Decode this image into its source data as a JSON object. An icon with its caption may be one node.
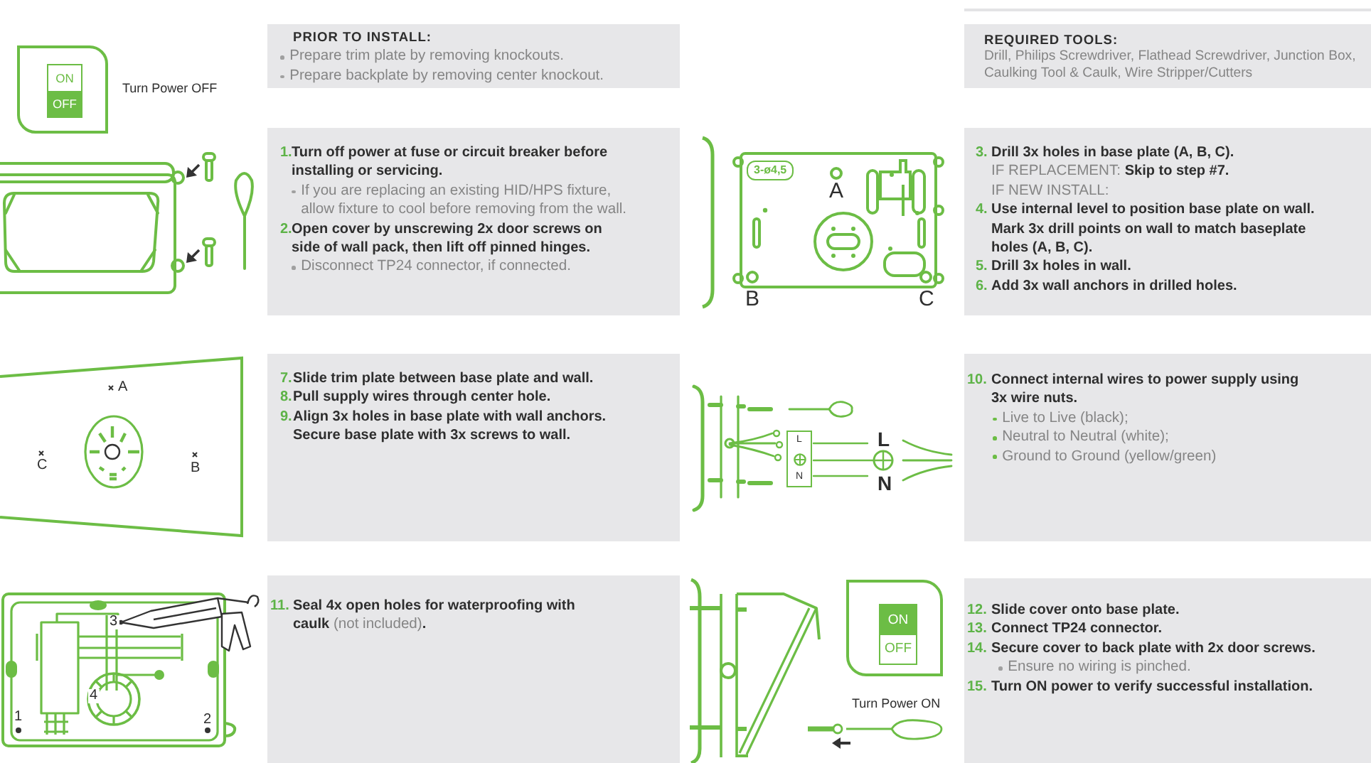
{
  "diagram": {
    "nodes": [
      {
        "text": [
          "ON",
          "OFF"
        ],
        "beside": [
          "Turn Power OFF"
        ]
      },
      {
        "text": [
          "PRIOR TO INSTALL:",
          "Prepare trim plate by removing knockouts.",
          "Prepare backplate by removing center knockout."
        ]
      },
      {
        "text": [
          "REQUIRED TOOLS:",
          "Drill, Philips Screwdriver, Flathead Screwdriver, Junction Box, Caulking Tool & Caulk, Wire Stripper/Cutters"
        ]
      },
      {
        "text": [
          "1.",
          "Turn off power at fuse or circuit breaker before installing or servicing.",
          "If you are replacing an existing HID/HPS fixture, allow fixture to cool before removing from the wall.",
          "2.",
          "Open cover by unscrewing 2x door screws on side of wall pack, then lift off pinned hinges.",
          "Disconnect TP24 connector, if connected."
        ]
      },
      {
        "text": [
          "3-ø4,5"
        ]
      },
      {
        "text": [
          "3.",
          "Drill 3x holes in base plate (A, B, C).",
          "IF REPLACEMENT: **Skip to step #7.**",
          "IF NEW INSTALL:",
          "4.",
          "Use internal level to position base plate on wall. Mark 3x drill points on wall to match baseplate holes (A, B, C).",
          "5.",
          "Drill 3x holes in wall.",
          "6.",
          "Add 3x wall anchors in drilled holes."
        ]
      },
      {
        "text": [
          "7.",
          "Slide trim plate between base plate and wall.",
          "8.",
          "Pull supply wires through center hole.",
          "9.",
          "Align 3x holes in base plate with wall anchors. Secure base plate with 3x screws to wall."
        ]
      },
      {
        "text": [
          "L",
          "N"
        ]
      },
      {
        "text": [
          "10.",
          "Connect internal wires to power supply using 3x wire nuts.",
          "Live to Live (black);",
          "Neutral to Neutral (white);",
          "Ground to Ground (yellow/green)"
        ]
      },
      {
        "text": [
          "11.",
          "**Seal 4x open holes for waterproofing with caulk** (not included)**.**"
        ]
      },
      {
        "text": [
          "ON",
          "OFF"
        ],
        "beside": [
          "Turn Power ON"
        ]
      },
      {
        "text": [
          "12.",
          "Slide cover onto base plate.",
          "13.",
          "Connect TP24 connector.",
          "14.",
          "Secure cover to back plate with 2x door screws.",
          "Ensure no wiring is pinched.",
          "15.",
          "Turn ON power to verify successful installation."
        ]
      }
    ],
    "labels": [
      "A",
      "B",
      "C",
      "A",
      "C",
      "B",
      "L",
      "N",
      "3",
      "4",
      "1",
      "2"
    ]
  }
}
